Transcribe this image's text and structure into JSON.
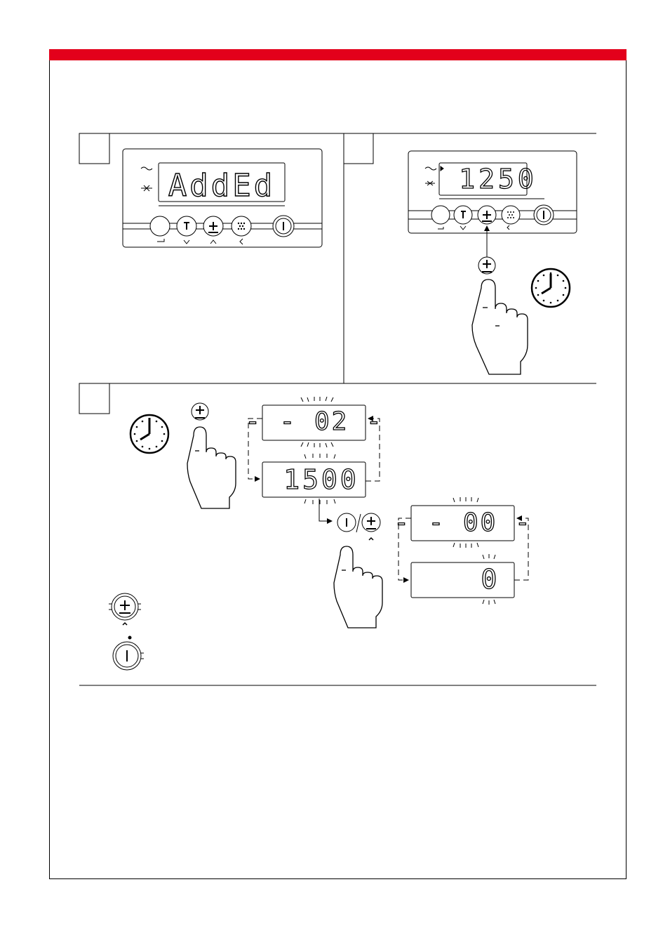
{
  "colors": {
    "header_bar": "#e3001b",
    "ink": "#000000",
    "paper": "#ffffff"
  },
  "steps": [
    {
      "id": "step-1",
      "display": "AddEd"
    },
    {
      "id": "step-2",
      "display": "1250"
    },
    {
      "id": "step-3",
      "displays": [
        "- - 02 -",
        "1500",
        "- - 00 -",
        "0"
      ]
    }
  ],
  "icons": [
    "wash-icon",
    "spin-icon",
    "temperature-button-icon",
    "plus-button-icon",
    "dots-button-icon",
    "on-off-button-icon",
    "clock-icon",
    "finger-press-icon"
  ]
}
